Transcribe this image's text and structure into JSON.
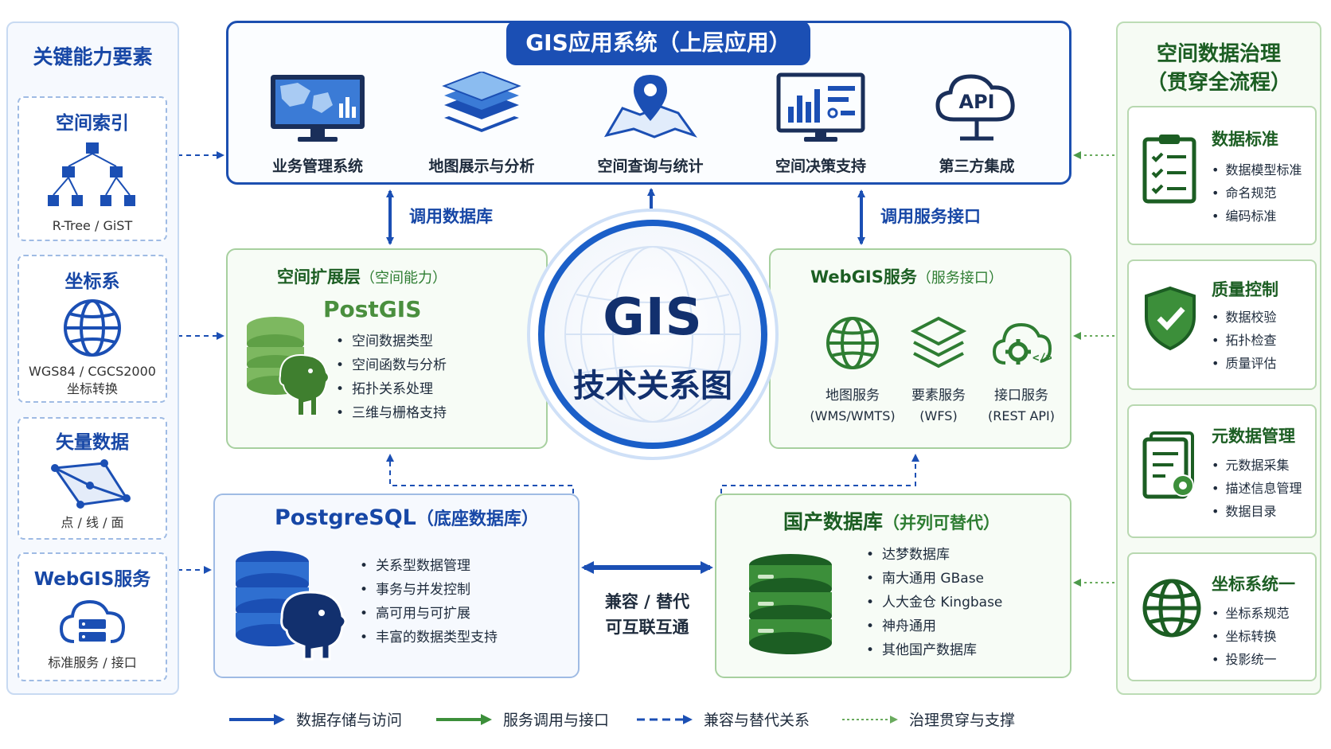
{
  "left": {
    "title": "关键能力要素",
    "cards": [
      {
        "title": "空间索引",
        "caption": "R-Tree / GiST"
      },
      {
        "title": "坐标系",
        "caption1": "WGS84 / CGCS2000",
        "caption2": "坐标转换"
      },
      {
        "title": "矢量数据",
        "caption": "点 / 线 / 面"
      },
      {
        "title": "WebGIS服务",
        "caption": "标准服务 / 接口"
      }
    ]
  },
  "app": {
    "title": "GIS应用系统（上层应用）",
    "items": [
      {
        "label": "业务管理系统",
        "icon": "monitor-map-icon"
      },
      {
        "label": "地图展示与分析",
        "icon": "map-layers-icon"
      },
      {
        "label": "空间查询与统计",
        "icon": "map-pin-icon"
      },
      {
        "label": "空间决策支持",
        "icon": "dashboard-chart-icon"
      },
      {
        "label": "第三方集成",
        "icon": "api-cloud-icon",
        "icon_text": "API"
      }
    ]
  },
  "connectors": {
    "call_db": "调用数据库",
    "call_service": "调用服务接口",
    "compat_line1": "兼容 / 替代",
    "compat_line2": "可互联互通"
  },
  "center": {
    "title": "GIS",
    "subtitle": "技术关系图"
  },
  "spatial_ext": {
    "title": "空间扩展层",
    "title_note": "（空间能力）",
    "product": "PostGIS",
    "bullets": [
      "空间数据类型",
      "空间函数与分析",
      "拓扑关系处理",
      "三维与栅格支持"
    ]
  },
  "webgis": {
    "title": "WebGIS服务",
    "title_note": "（服务接口）",
    "services": [
      {
        "name": "地图服务",
        "spec": "(WMS/WMTS)",
        "icon": "globe-icon"
      },
      {
        "name": "要素服务",
        "spec": "(WFS)",
        "icon": "layers-icon"
      },
      {
        "name": "接口服务",
        "spec": "(REST API)",
        "icon": "cloud-gear-icon"
      }
    ]
  },
  "postgres": {
    "title": "PostgreSQL",
    "title_note": "（底座数据库）",
    "bullets": [
      "关系型数据管理",
      "事务与并发控制",
      "高可用与可扩展",
      "丰富的数据类型支持"
    ]
  },
  "domestic": {
    "title": "国产数据库",
    "title_note": "（并列可替代）",
    "bullets": [
      "达梦数据库",
      "南大通用 GBase",
      "人大金仓 Kingbase",
      "神舟通用",
      "其他国产数据库"
    ]
  },
  "governance": {
    "title_line1": "空间数据治理",
    "title_line2": "（贯穿全流程）",
    "cards": [
      {
        "title": "数据标准",
        "icon": "clipboard-check-icon",
        "bullets": [
          "数据模型标准",
          "命名规范",
          "编码标准"
        ]
      },
      {
        "title": "质量控制",
        "icon": "shield-check-icon",
        "bullets": [
          "数据校验",
          "拓扑检查",
          "质量评估"
        ]
      },
      {
        "title": "元数据管理",
        "icon": "document-gear-icon",
        "bullets": [
          "元数据采集",
          "描述信息管理",
          "数据目录"
        ]
      },
      {
        "title": "坐标系统一",
        "icon": "globe-icon",
        "bullets": [
          "坐标系规范",
          "坐标转换",
          "投影统一"
        ]
      }
    ]
  },
  "legend": [
    {
      "label": "数据存储与访问",
      "style": "solid-blue"
    },
    {
      "label": "服务调用与接口",
      "style": "solid-green"
    },
    {
      "label": "兼容与替代关系",
      "style": "dashed-blue"
    },
    {
      "label": "治理贯穿与支撑",
      "style": "dotted-green"
    }
  ],
  "colors": {
    "primary_blue": "#1b4fb4",
    "primary_green": "#2e7d32",
    "light_blue_panel": "#f6f9fe",
    "light_green_panel": "#f7fcf6"
  }
}
